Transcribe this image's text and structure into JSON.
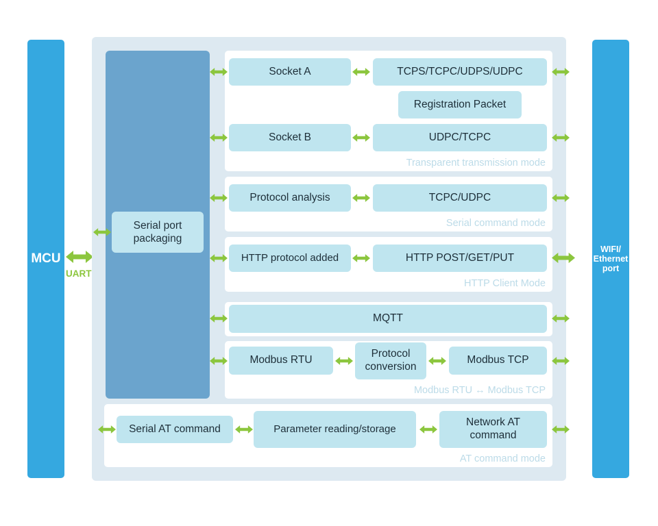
{
  "colors": {
    "endbar": "#35a8e0",
    "container": "#dde9f1",
    "serial_block": "#6ba4cd",
    "cyan_block": "#bfe5ef",
    "arrow_green": "#8cc63e",
    "mode_label": "#bcdbe8",
    "text_dark": "#1d2e38"
  },
  "endpoints": {
    "left": {
      "label": "MCU"
    },
    "right": {
      "label": "WIFI/\nEthernet\nport",
      "line1": "WIFI/",
      "line2": "Ethernet",
      "line3": "port"
    },
    "uart_label": "UART"
  },
  "serial": {
    "packaging_label": "Serial port\npackaging",
    "packaging_line1": "Serial port",
    "packaging_line2": "packaging"
  },
  "panels": [
    {
      "id": "transparent-transmission",
      "mode_label": "Transparent transmission mode",
      "blocks": [
        {
          "name": "socket-a",
          "label": "Socket A"
        },
        {
          "name": "tcps-tcpc-udps-udpc",
          "label": "TCPS/TCPC/UDPS/UDPC"
        },
        {
          "name": "registration-packet",
          "label": "Registration Packet"
        },
        {
          "name": "socket-b",
          "label": "Socket B"
        },
        {
          "name": "udpc-tcpc",
          "label": "UDPC/TCPC"
        }
      ]
    },
    {
      "id": "serial-command",
      "mode_label": "Serial command mode",
      "blocks": [
        {
          "name": "protocol-analysis",
          "label": "Protocol analysis"
        },
        {
          "name": "tcpc-udpc",
          "label": "TCPC/UDPC"
        }
      ]
    },
    {
      "id": "http-client",
      "mode_label": "HTTP Client Mode",
      "blocks": [
        {
          "name": "http-protocol-added",
          "label": "HTTP protocol added"
        },
        {
          "name": "http-post-get-put",
          "label": "HTTP POST/GET/PUT"
        }
      ]
    },
    {
      "id": "mqtt",
      "mode_label": "",
      "blocks": [
        {
          "name": "mqtt",
          "label": "MQTT"
        }
      ]
    },
    {
      "id": "modbus",
      "mode_label": "Modbus RTU ↔ Modbus TCP",
      "blocks": [
        {
          "name": "modbus-rtu",
          "label": "Modbus RTU"
        },
        {
          "name": "protocol-conversion",
          "label": "Protocol\nconversion"
        },
        {
          "name": "modbus-tcp",
          "label": "Modbus TCP"
        }
      ]
    },
    {
      "id": "at-command",
      "mode_label": "AT command mode",
      "blocks": [
        {
          "name": "serial-at-command",
          "label": "Serial AT command"
        },
        {
          "name": "parameter-reading-storage",
          "label": "Parameter reading/storage"
        },
        {
          "name": "network-at-command",
          "label": "Network AT\ncommand"
        }
      ]
    }
  ],
  "labels": {
    "socket_a": "Socket A",
    "tcps_set": "TCPS/TCPC/UDPS/UDPC",
    "registration_packet": "Registration Packet",
    "socket_b": "Socket B",
    "udpc_tcpc": "UDPC/TCPC",
    "transparent_mode": "Transparent transmission mode",
    "protocol_analysis": "Protocol analysis",
    "tcpc_udpc": "TCPC/UDPC",
    "serial_command_mode": "Serial command mode",
    "http_protocol_added": "HTTP protocol added",
    "http_methods": "HTTP POST/GET/PUT",
    "http_client_mode": "HTTP Client Mode",
    "mqtt": "MQTT",
    "modbus_rtu": "Modbus RTU",
    "protocol_conversion_l1": "Protocol",
    "protocol_conversion_l2": "conversion",
    "modbus_tcp": "Modbus TCP",
    "modbus_mode": "Modbus RTU ↔ Modbus TCP",
    "serial_at_command": "Serial AT command",
    "parameter_reading_storage": "Parameter reading/storage",
    "network_at_l1": "Network AT",
    "network_at_l2": "command",
    "at_command_mode": "AT command mode"
  }
}
